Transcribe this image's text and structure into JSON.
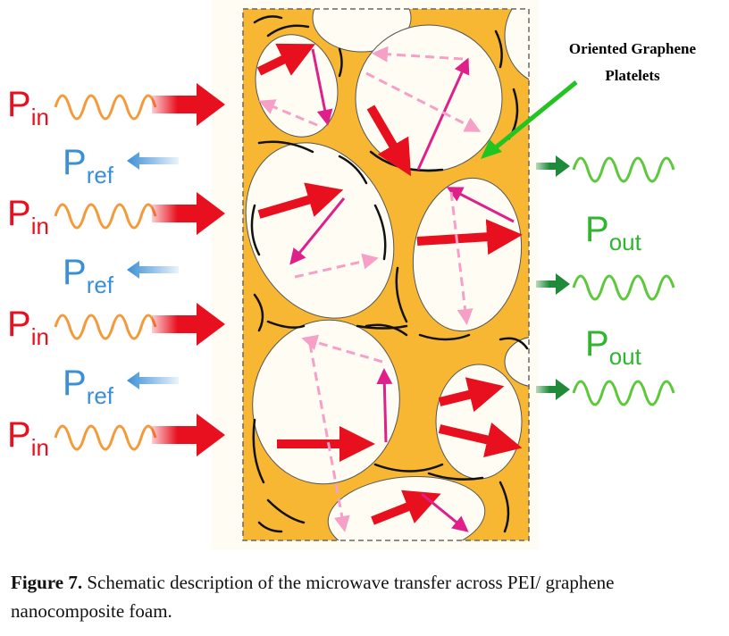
{
  "figure": {
    "labels": {
      "p_main": "P",
      "in_sub": "in",
      "ref_sub": "ref",
      "out_sub": "out"
    },
    "annotation": {
      "line1": "Oriented Graphene",
      "line2": "Platelets"
    },
    "colors": {
      "incident": "#e8101e",
      "reflected": "#3a8fd6",
      "transmitted": "#2fb52f",
      "foam": "#f7b733",
      "cell": "#fffdf3",
      "wave": "#f39a3a"
    }
  },
  "caption": {
    "label": "Figure 7.",
    "text": " Schematic description of the microwave transfer across PEI/ graphene nanocomposite foam."
  }
}
